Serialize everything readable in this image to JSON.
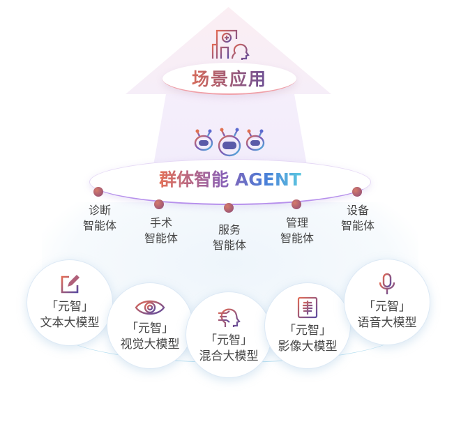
{
  "top": {
    "title": "场景应用"
  },
  "middle": {
    "title": "群体智能 AGENT"
  },
  "agents": [
    {
      "line1": "诊断",
      "line2": "智能体"
    },
    {
      "line1": "手术",
      "line2": "智能体"
    },
    {
      "line1": "服务",
      "line2": "智能体"
    },
    {
      "line1": "管理",
      "line2": "智能体"
    },
    {
      "line1": "设备",
      "line2": "智能体"
    }
  ],
  "models": [
    {
      "line1": "「元智」",
      "line2": "文本大模型",
      "icon": "edit-icon"
    },
    {
      "line1": "「元智」",
      "line2": "视觉大模型",
      "icon": "eye-icon"
    },
    {
      "line1": "「元智」",
      "line2": "混合大模型",
      "icon": "head-network-icon"
    },
    {
      "line1": "「元智」",
      "line2": "影像大模型",
      "icon": "xray-icon"
    },
    {
      "line1": "「元智」",
      "line2": "语音大模型",
      "icon": "microphone-icon"
    }
  ],
  "colors": {
    "warm": "#d56a5a",
    "purple": "#6c4f95",
    "blue": "#4a7fd8",
    "cyan": "#5cc8e0"
  }
}
